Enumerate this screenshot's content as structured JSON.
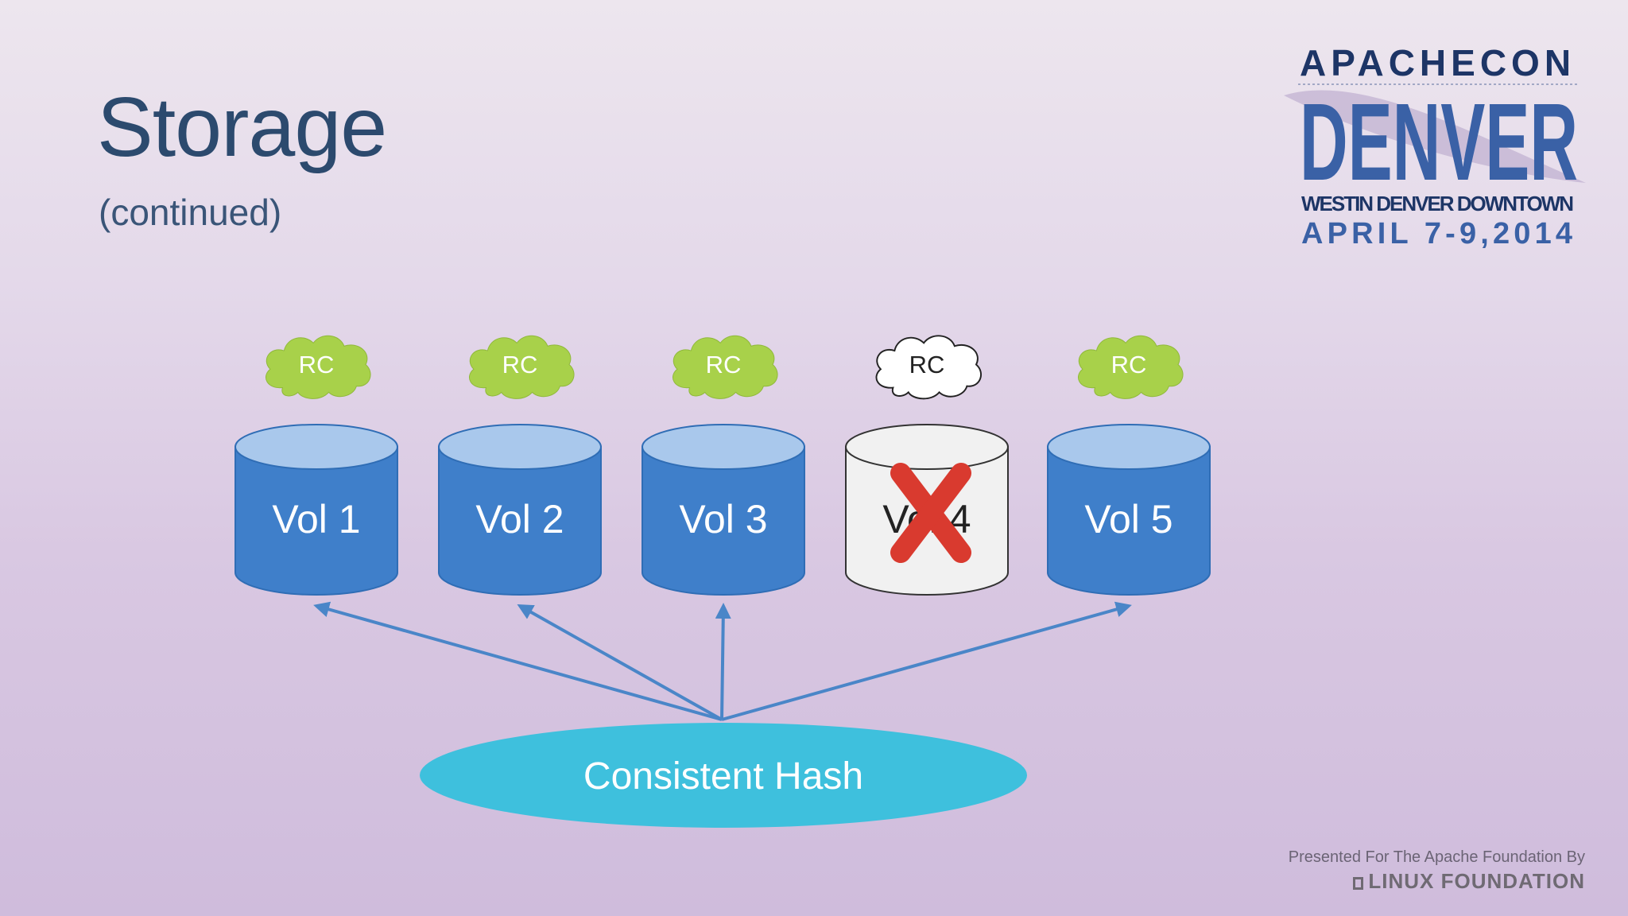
{
  "slide": {
    "title": "Storage",
    "subtitle": "(continued)"
  },
  "logo": {
    "line1": "APACHECON",
    "city": "DENVER",
    "venue": "WESTIN DENVER DOWNTOWN",
    "dates": "APRIL 7-9,2014"
  },
  "footer": {
    "presented": "Presented For The Apache Foundation By",
    "foundation": "LINUX FOUNDATION"
  },
  "diagram": {
    "hash_label": "Consistent Hash",
    "volumes": [
      {
        "label": "Vol 1",
        "cache_label": "RC",
        "failed": false
      },
      {
        "label": "Vol 2",
        "cache_label": "RC",
        "failed": false
      },
      {
        "label": "Vol 3",
        "cache_label": "RC",
        "failed": false
      },
      {
        "label": "Vol 4",
        "cache_label": "RC",
        "failed": true
      },
      {
        "label": "Vol 5",
        "cache_label": "RC",
        "failed": false
      }
    ],
    "colors": {
      "volume_top": "#a9c8ec",
      "volume_body": "#3f7fca",
      "volume_failed": "#f1f1f1",
      "cache_active": "#a8d14a",
      "cache_failed": "#ffffff",
      "hash": "#3ec0dd",
      "arrow": "#4a86c8",
      "cross": "#d93a2f"
    }
  }
}
